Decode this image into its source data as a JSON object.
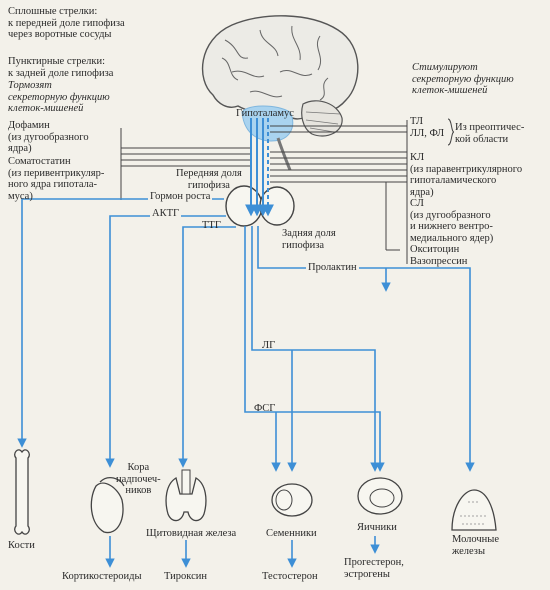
{
  "legend": {
    "solid": [
      "Сплошные стрелки:",
      "к передней доле гипофиза",
      "через воротные сосуды"
    ],
    "dotted": [
      "Пунктирные стрелки:",
      "к задней доле гипофиза"
    ]
  },
  "inhibit_header": [
    "Тормозят",
    "секреторную функцию",
    "клеток-мишеней"
  ],
  "stimulate_header": [
    "Стимулируют",
    "секреторную функцию",
    "клеток-мишеней"
  ],
  "left_hormones": {
    "dopamine": [
      "Дофамин",
      "(из дугообразного",
      "ядра)"
    ],
    "somatostatin": [
      "Соматостатин",
      "(из перивентрикуляр-",
      "ного ядра гипотала-",
      "муса)"
    ]
  },
  "right_hormones": {
    "tl": "ТЛ",
    "ll_fl": "ЛЛ, ФЛ",
    "preoptic": [
      "Из преоптичес-",
      "кой области"
    ],
    "kl": [
      "КЛ",
      "(из паравентрикулярного",
      "гипоталамического",
      "ядра)"
    ],
    "sl": [
      "СЛ",
      "(из дугообразного",
      "и нижнего вентро-",
      "медиального ядер)"
    ],
    "oxytocin": "Окситоцин",
    "vasopressin": "Вазопрессин"
  },
  "structures": {
    "hypothalamus": "Гипоталамус",
    "anterior_pituitary": [
      "Передняя доля",
      "гипофиза"
    ],
    "posterior_pituitary": [
      "Задняя доля",
      "гипофиза"
    ]
  },
  "pituitary_hormones": {
    "growth": "Гормон роста",
    "actg": "АКТГ",
    "ttg": "ТТГ",
    "prolactin": "Пролактин",
    "lg": "ЛГ",
    "fsg": "ФСГ"
  },
  "targets": {
    "bones": "Кости",
    "adrenal": [
      "Кора",
      "надпочеч-",
      "ников"
    ],
    "thyroid": "Щитовидная железа",
    "testes": "Семенники",
    "ovaries": "Яичники",
    "mammary": [
      "Молочные",
      "железы"
    ]
  },
  "products": {
    "corticosteroids": "Кортикостероиды",
    "thyroxine": "Тироксин",
    "testosterone": "Тестостерон",
    "ovarian": [
      "Прогестерон,",
      "эстрогены"
    ]
  },
  "colors": {
    "arrow": "#3d8fd6",
    "line": "#444444",
    "background": "#f3f1ea",
    "brain_highlight": "#a9d3ef"
  }
}
